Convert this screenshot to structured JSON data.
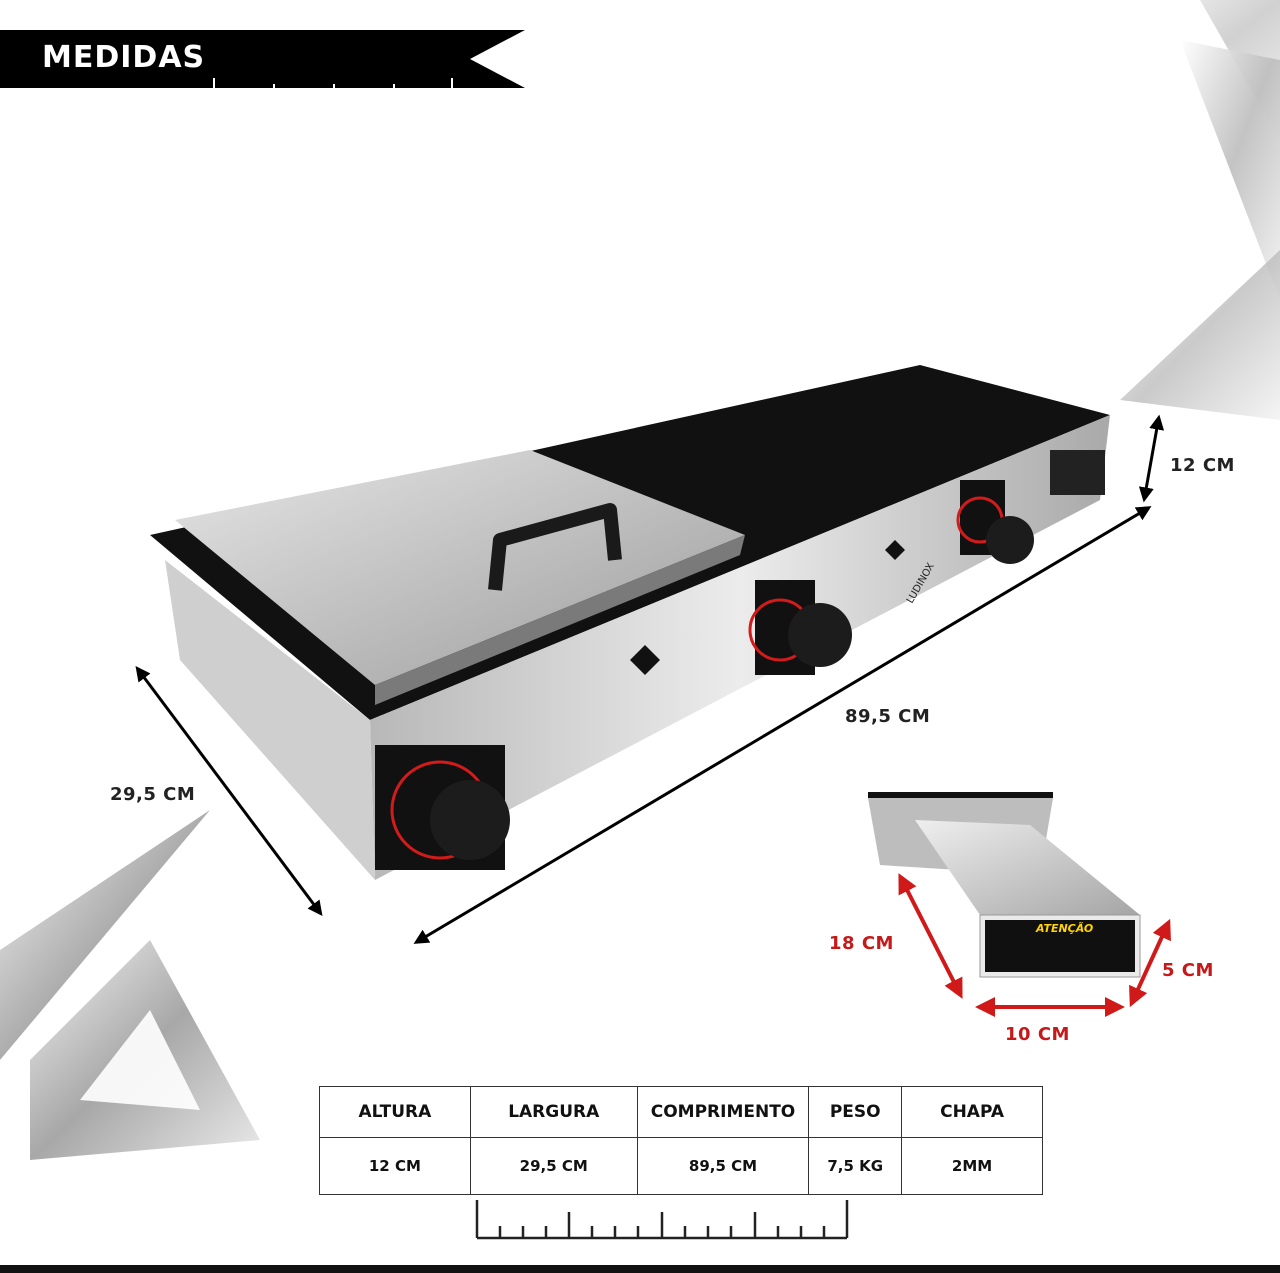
{
  "header": {
    "title": "MEDIDAS"
  },
  "dimensions": {
    "height": "12 CM",
    "length": "89,5 CM",
    "width": "29,5 CM"
  },
  "drawer": {
    "depth": "18 CM",
    "width": "10 CM",
    "height": "5 CM",
    "label_title": "ATENÇÃO"
  },
  "brand": {
    "name": "LUDINOX"
  },
  "spec_table": {
    "headers": [
      "ALTURA",
      "LARGURA",
      "COMPRIMENTO",
      "PESO",
      "CHAPA"
    ],
    "values": [
      "12 CM",
      "29,5 CM",
      "89,5 CM",
      "7,5 KG",
      "2MM"
    ]
  },
  "colors": {
    "banner": "#000000",
    "accent_red": "#c41a1a",
    "steel": "#c9c9c9"
  },
  "icons": [
    "ruler-icon",
    "arrow-icon"
  ]
}
